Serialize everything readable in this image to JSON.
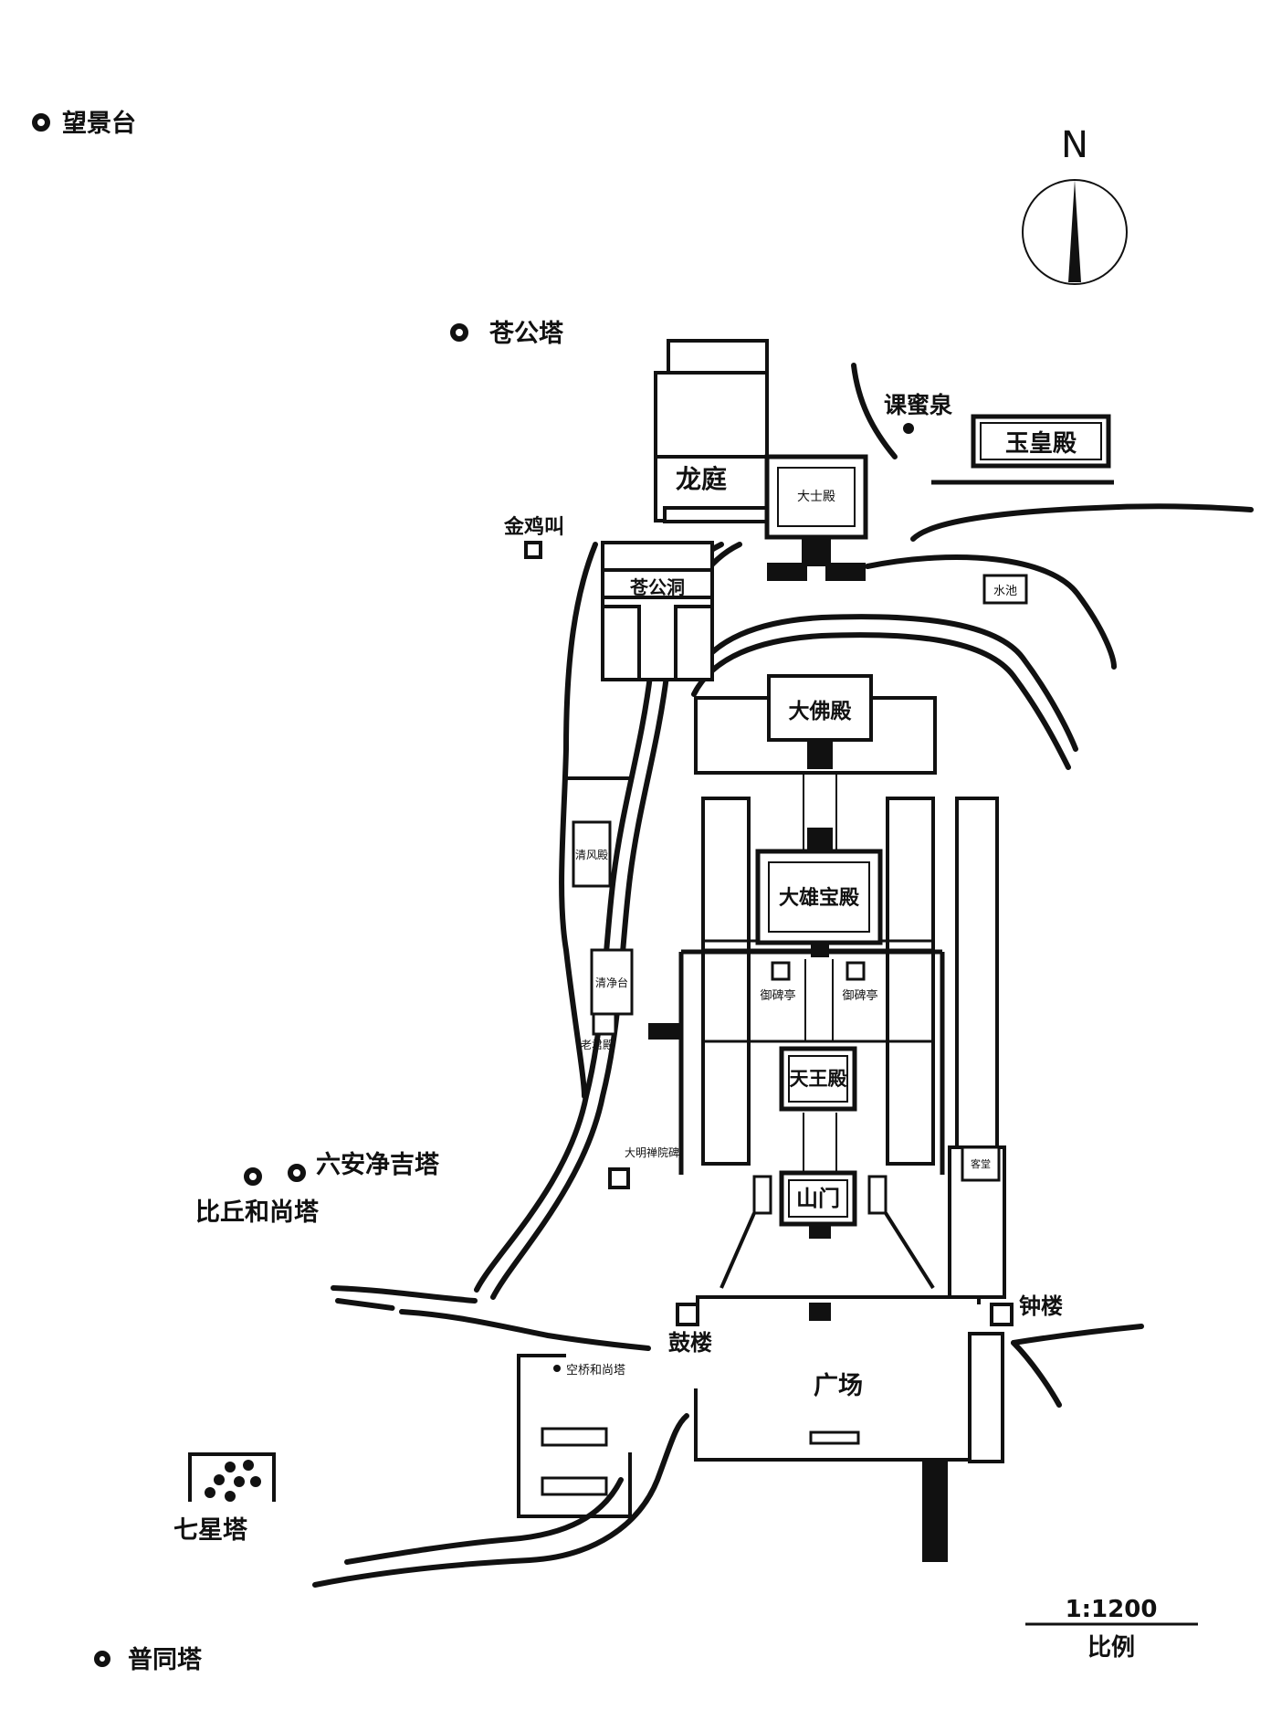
{
  "compass": {
    "letter": "N"
  },
  "scale": {
    "ratio": "1:1200",
    "label": "比例"
  },
  "pagodas": {
    "wangjingtai": "望景台",
    "canggongta": "苍公塔",
    "liuan": "六安净吉塔",
    "biqiu": "比丘和尚塔",
    "qixing": "七星塔",
    "putong": "普同塔"
  },
  "buildings": {
    "longting": "龙庭",
    "dashidian": "大士殿",
    "kemiquan": "课蜜泉",
    "yuhuangdian": "玉皇殿",
    "jinjijiao": "金鸡叫",
    "canggongdong": "苍公洞",
    "shuichi": "水池",
    "dafodian": "大佛殿",
    "qingfengdian": "清风殿",
    "daxiongbaodian": "大雄宝殿",
    "qingjingtai": "清净台",
    "yubeiting_left": "御碑亭",
    "yubeiting_right": "御碑亭",
    "laojunmiao": "老君殿",
    "tianwangdian": "天王殿",
    "daming_bei": "大明禅院碑",
    "shanmen": "山门",
    "right_small": "客堂",
    "gulou": "鼓楼",
    "zhonglou": "钟楼",
    "kongqiao_ta": "空桥和尚塔",
    "guangchang": "广场"
  }
}
